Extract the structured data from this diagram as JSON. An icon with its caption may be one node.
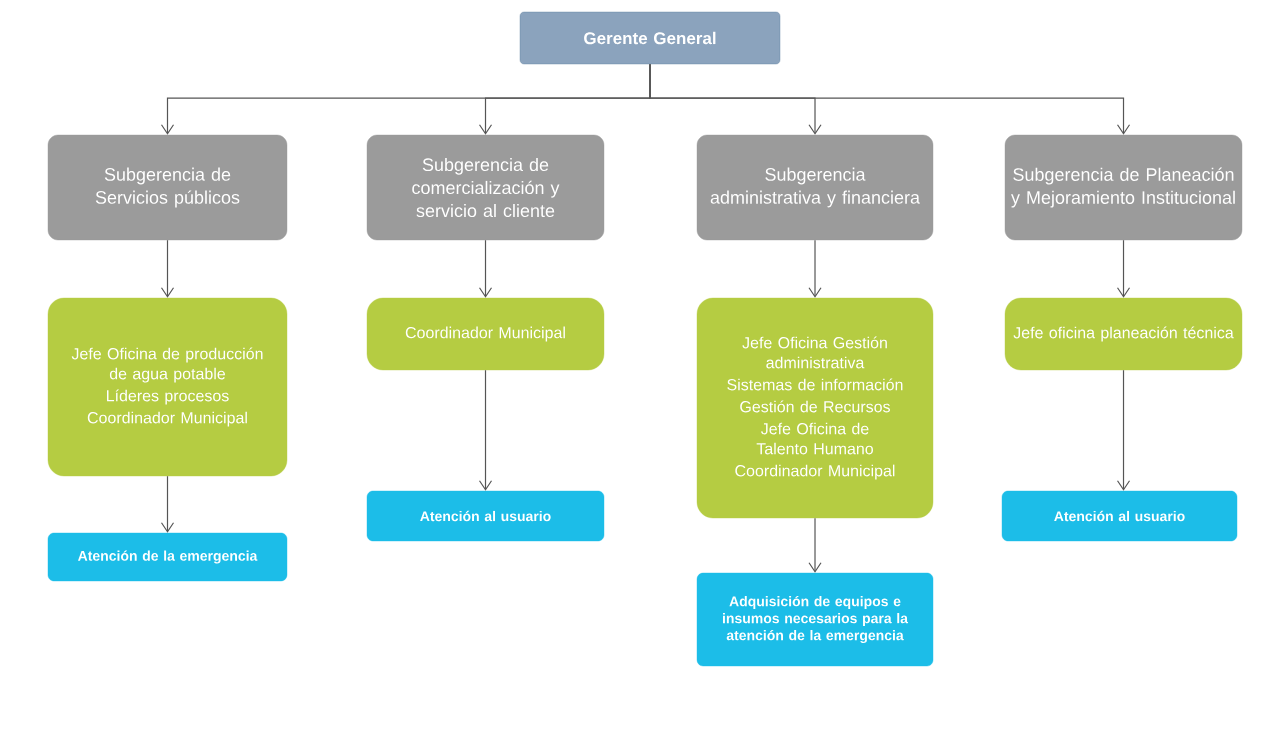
{
  "diagram": {
    "nodes": [
      {
        "text": [
          "Gerente General"
        ]
      },
      {
        "text": [
          "Subgerencia de Servicios públicos"
        ]
      },
      {
        "text": [
          "Subgerencia de comercialización y servicio al cliente"
        ]
      },
      {
        "text": [
          "Subgerencia administrativa y financiera"
        ]
      },
      {
        "text": [
          "Subgerencia de Planeación y Mejoramiento Institucional"
        ]
      },
      {
        "text": [
          "Jefe Oficina de producción de agua potable",
          "Líderes procesos",
          "Coordinador Municipal"
        ]
      },
      {
        "text": [
          "Coordinador Municipal"
        ]
      },
      {
        "text": [
          "Jefe Oficina Gestión administrativa",
          "Sistemas de información",
          "Gestión de Recursos",
          "Jefe Oficina de Talento Humano",
          "Coordinador Municipal"
        ]
      },
      {
        "text": [
          "Jefe oficina planeación técnica"
        ]
      },
      {
        "text": [
          "Atención de la emergencia"
        ]
      },
      {
        "text": [
          "Atención al usuario"
        ]
      },
      {
        "text": [
          "Adquisición de equipos e insumos necesarios para la atención de la emergencia"
        ]
      },
      {
        "text": [
          "Atención al usuario"
        ]
      }
    ],
    "edges": [
      {
        "from": 0,
        "to": 1,
        "arrow": "to"
      },
      {
        "from": 0,
        "to": 2,
        "arrow": "to"
      },
      {
        "from": 0,
        "to": 3,
        "arrow": "to"
      },
      {
        "from": 0,
        "to": 4,
        "arrow": "to"
      },
      {
        "from": 1,
        "to": 5,
        "arrow": "to"
      },
      {
        "from": 2,
        "to": 6,
        "arrow": "to"
      },
      {
        "from": 3,
        "to": 7,
        "arrow": "to"
      },
      {
        "from": 4,
        "to": 8,
        "arrow": "to"
      },
      {
        "from": 5,
        "to": 9,
        "arrow": "to"
      },
      {
        "from": 6,
        "to": 10,
        "arrow": "to"
      },
      {
        "from": 7,
        "to": 11,
        "arrow": "to"
      },
      {
        "from": 8,
        "to": 12,
        "arrow": "to"
      }
    ]
  }
}
